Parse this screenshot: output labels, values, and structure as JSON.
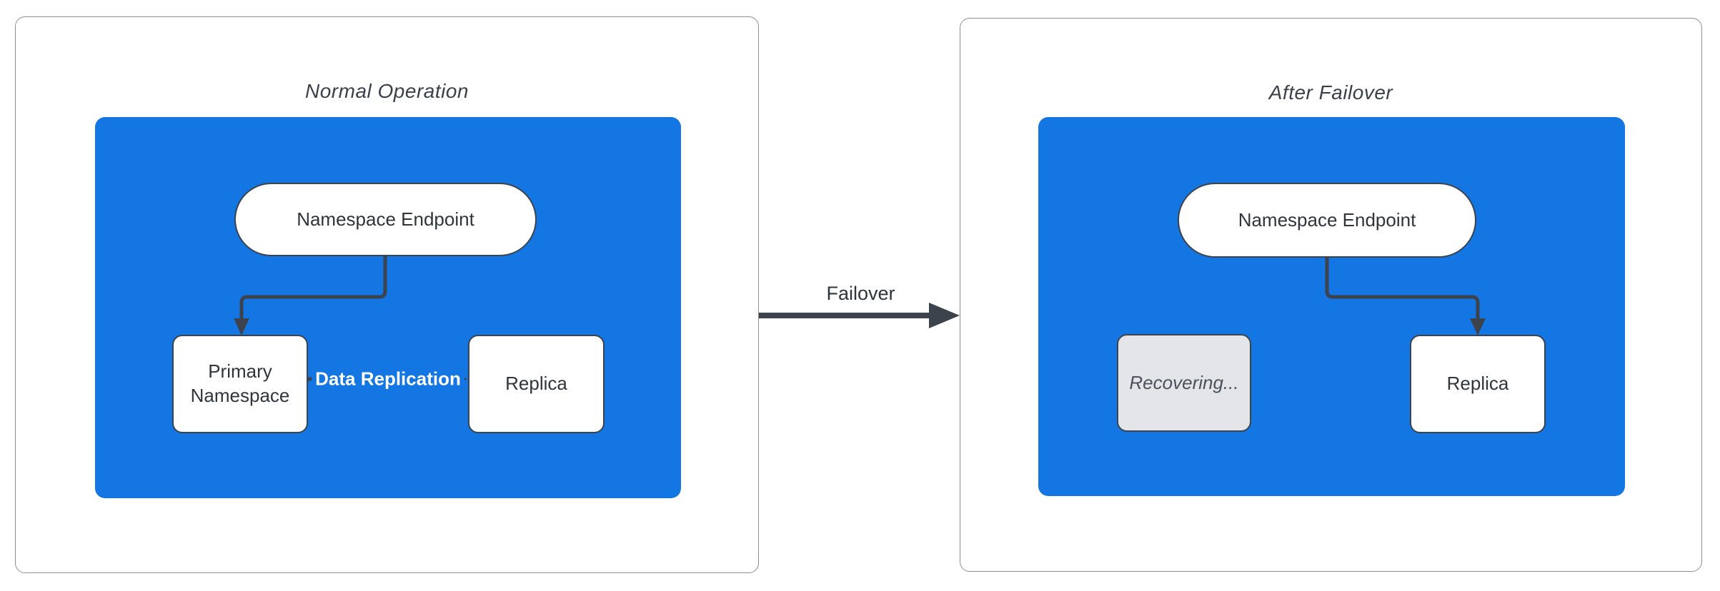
{
  "diagram": {
    "panels": [
      {
        "title": "Normal Operation",
        "endpoint": "Namespace Endpoint",
        "primary": "Primary Namespace",
        "replica": "Replica",
        "replication_label": "Data Replication"
      },
      {
        "title": "After Failover",
        "endpoint": "Namespace Endpoint",
        "recovering": "Recovering...",
        "replica": "Replica"
      }
    ],
    "failover_label": "Failover",
    "colors": {
      "cluster_blue": "#1376e2",
      "stroke_dark": "#3c434d",
      "node_fill": "#ffffff",
      "node_text": "#2e353d",
      "recovering_fill": "#e3e5e8",
      "recovering_text": "#4b525c",
      "panel_border": "#8e8e8e",
      "replication_label_text": "#ffffff"
    }
  }
}
